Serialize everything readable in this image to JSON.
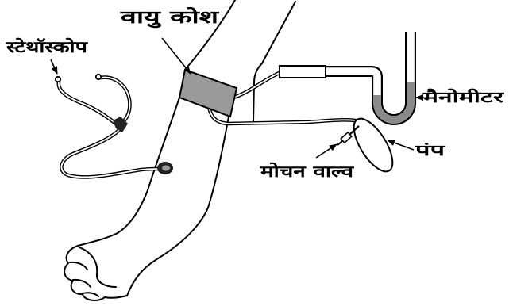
{
  "labels": {
    "air_bag": "वायु कोश",
    "stethoscope": "स्टेथॉस्कोप",
    "manometer": "मैनोमीटर",
    "pump": "पंप",
    "release_valve": "मोचन वाल्व"
  },
  "colors": {
    "cuff": "#9a9a9a",
    "mercury": "#8a8a8a",
    "chest_piece": "#222222"
  }
}
